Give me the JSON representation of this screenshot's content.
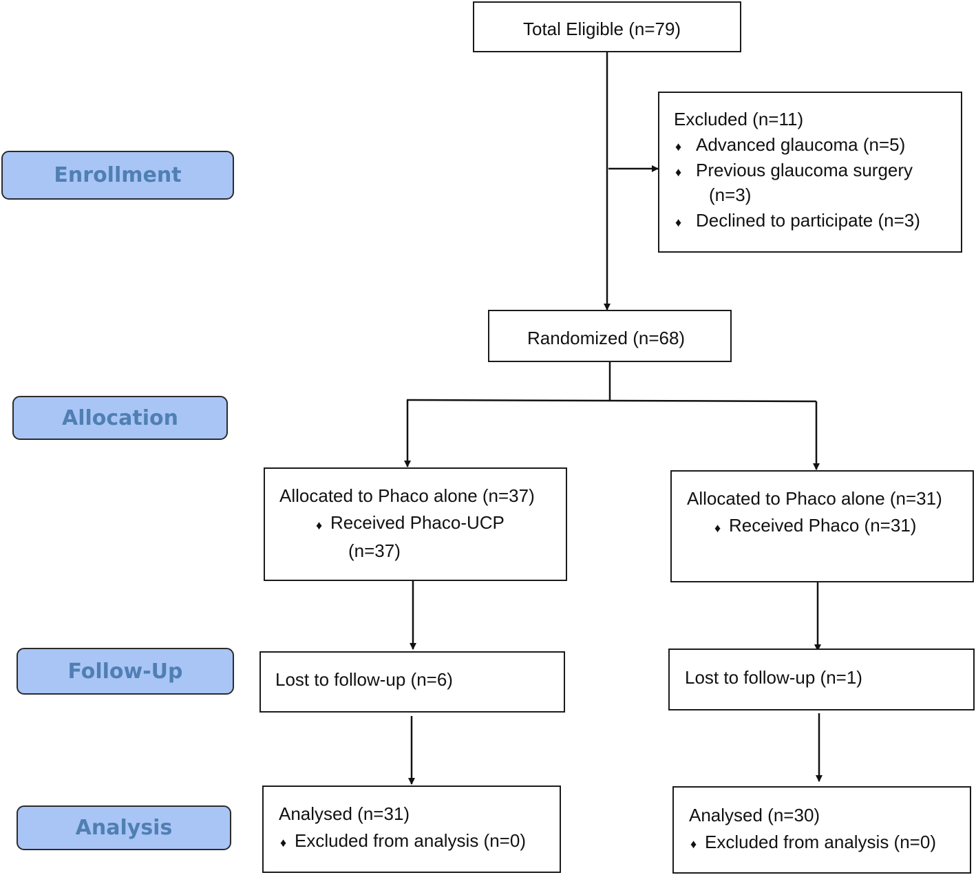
{
  "stages": {
    "enrollment": "Enrollment",
    "allocation": "Allocation",
    "follow_up": "Follow-Up",
    "analysis": "Analysis"
  },
  "total_eligible": "Total Eligible (n=79)",
  "excluded": {
    "title": "Excluded (n=11)",
    "items": [
      "Advanced glaucoma (n=5)",
      "Previous glaucoma surgery",
      "(n=3)",
      "Declined to participate (n=3)"
    ]
  },
  "randomized": "Randomized (n=68)",
  "left_arm": {
    "allocated": "Allocated to Phaco alone (n=37)",
    "received": "Received Phaco-UCP",
    "received_count": "(n=37)",
    "lost": "Lost to follow-up (n=6)",
    "analysed": "Analysed (n=31)",
    "excluded": "Excluded from analysis (n=0)"
  },
  "right_arm": {
    "allocated": "Allocated to Phaco alone (n=31)",
    "received": "Received Phaco (n=31)",
    "lost": "Lost to follow-up (n=1)",
    "analysed": "Analysed (n=30)",
    "excluded": "Excluded from analysis (n=0)"
  },
  "bullet_glyph": "♦"
}
